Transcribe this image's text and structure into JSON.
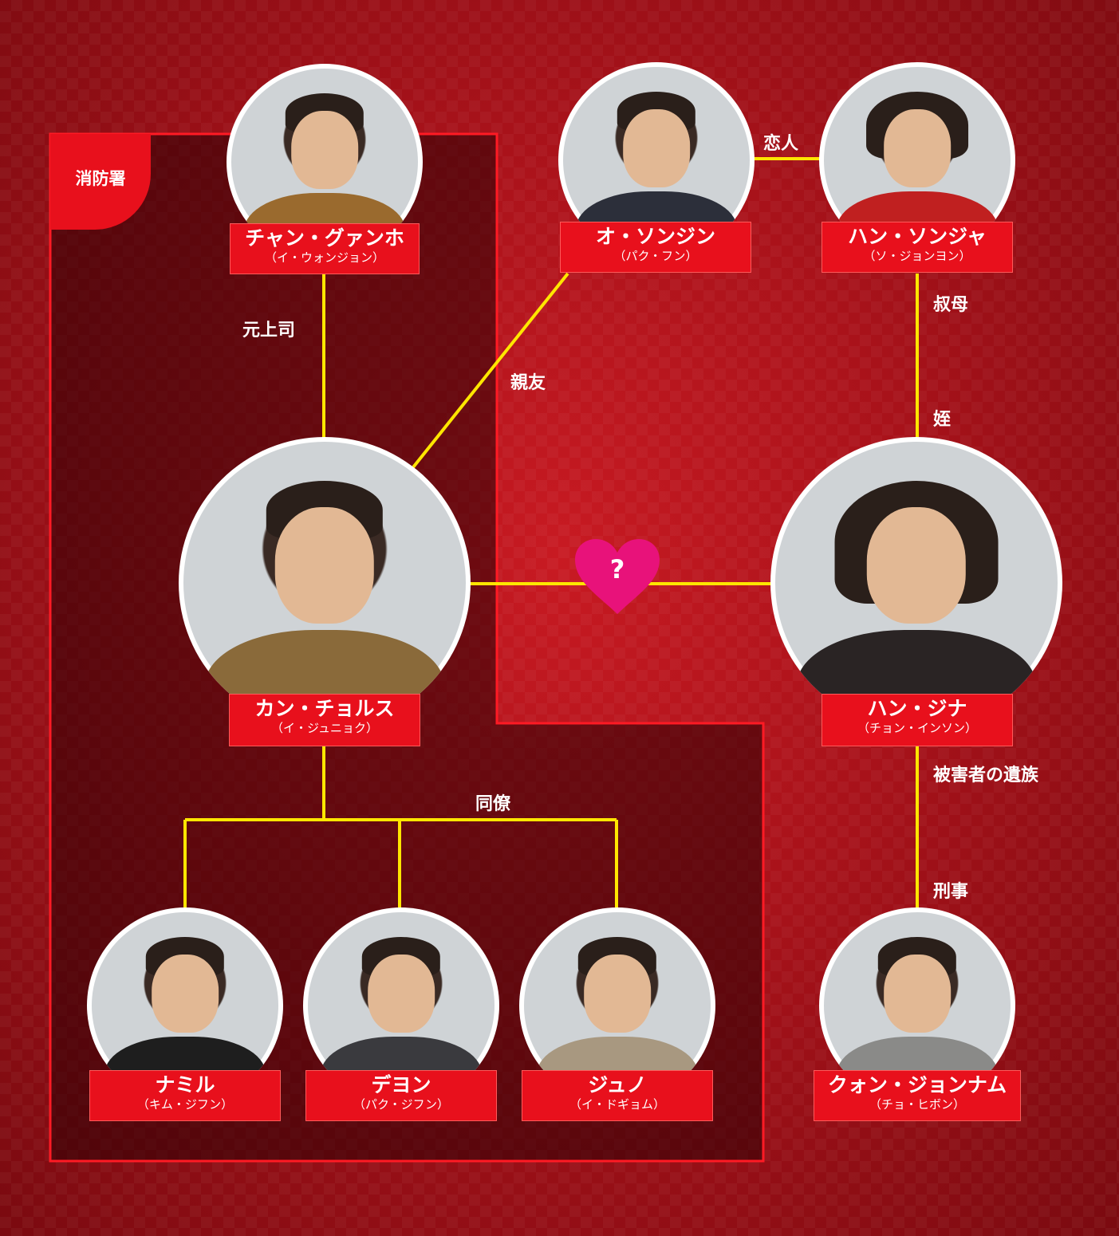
{
  "group": {
    "label": "消防署"
  },
  "people": {
    "chang": {
      "name": "チャン・グァンホ",
      "actor": "（イ・ウォンジョン）"
    },
    "oh": {
      "name": "オ・ソンジン",
      "actor": "（パク・フン）"
    },
    "han_sonja": {
      "name": "ハン・ソンジャ",
      "actor": "（ソ・ジョンヨン）"
    },
    "kang": {
      "name": "カン・チョルス",
      "actor": "（イ・ジュニョク）"
    },
    "han_jina": {
      "name": "ハン・ジナ",
      "actor": "（チョン・インソン）"
    },
    "namil": {
      "name": "ナミル",
      "actor": "（キム・ジフン）"
    },
    "deyon": {
      "name": "デヨン",
      "actor": "（パク・ジフン）"
    },
    "juno": {
      "name": "ジュノ",
      "actor": "（イ・ドギョム）"
    },
    "kwon": {
      "name": "クォン・ジョンナム",
      "actor": "（チョ・ヒボン）"
    }
  },
  "relations": {
    "former_boss": "元上司",
    "best_friend": "親友",
    "lovers": "恋人",
    "aunt": "叔母",
    "niece": "姪",
    "victim_family": "被害者の遺族",
    "detective": "刑事",
    "colleagues": "同僚",
    "unknown": "?"
  },
  "colors": {
    "accent": "#e8101c",
    "line": "#ffe600",
    "heart": "#e8127a"
  }
}
